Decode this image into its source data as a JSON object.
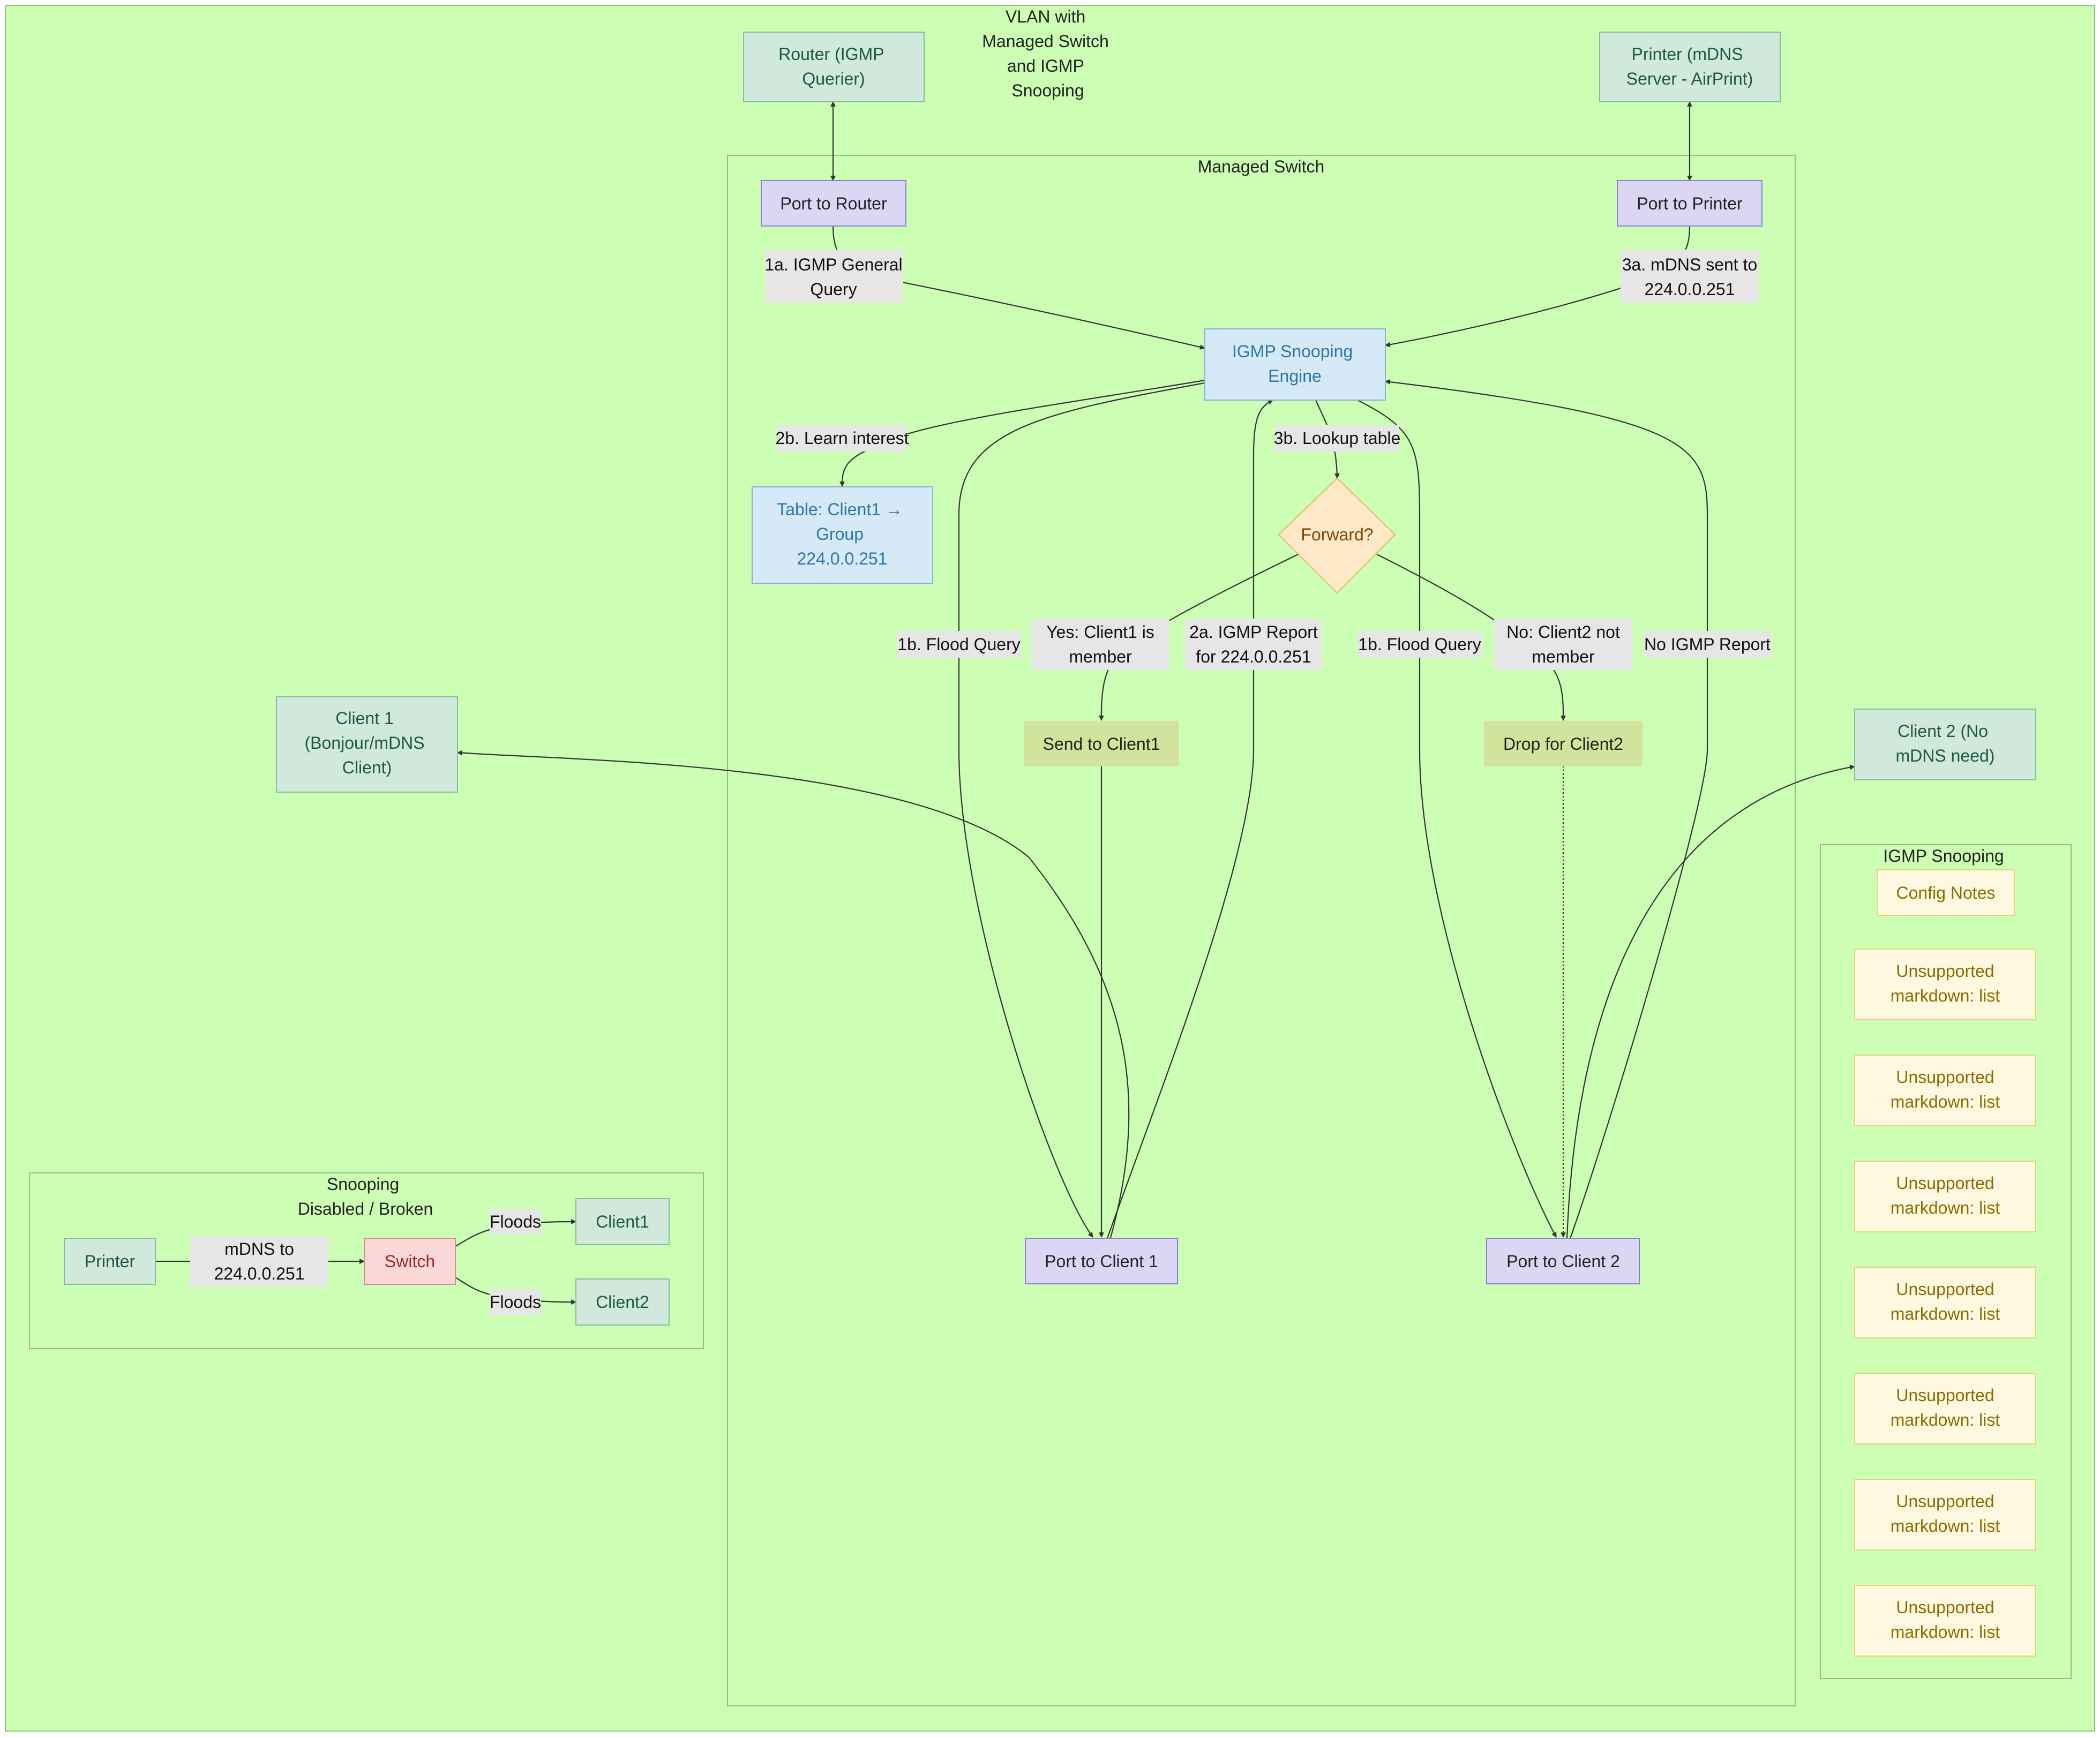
{
  "titles": {
    "vlan": [
      "VLAN with",
      "Managed Switch",
      "and IGMP",
      "Snooping"
    ],
    "managed_switch": "Managed Switch",
    "snooping_broken": [
      "Snooping",
      "Disabled / Broken"
    ],
    "config": "IGMP Snooping"
  },
  "nodes": {
    "router": [
      "Router (IGMP",
      "Querier)"
    ],
    "printer_top": [
      "Printer (mDNS",
      "Server - AirPrint)"
    ],
    "port_router": [
      "Port to Router"
    ],
    "port_printer": [
      "Port to Printer"
    ],
    "engine": [
      "IGMP Snooping",
      "Engine"
    ],
    "table": [
      "Table: Client1 →",
      "Group",
      "224.0.0.251"
    ],
    "forward": [
      "Forward?"
    ],
    "send_client1": [
      "Send to Client1"
    ],
    "drop_client2": [
      "Drop for Client2"
    ],
    "port_client1": [
      "Port to Client 1"
    ],
    "port_client2": [
      "Port to Client 2"
    ],
    "client1": [
      "Client 1",
      "(Bonjour/mDNS",
      "Client)"
    ],
    "client2": [
      "Client 2 (No",
      "mDNS need)"
    ],
    "b_printer": [
      "Printer"
    ],
    "b_switch": [
      "Switch"
    ],
    "b_client1": [
      "Client1"
    ],
    "b_client2": [
      "Client2"
    ],
    "config_notes": [
      "Config Notes"
    ],
    "note": [
      "Unsupported",
      "markdown: list"
    ]
  },
  "edge_labels": {
    "e1a": [
      "1a. IGMP General",
      "Query"
    ],
    "e3a": [
      "3a. mDNS sent to",
      "224.0.0.251"
    ],
    "e2b": [
      "2b. Learn interest"
    ],
    "e3b": [
      "3b. Lookup table"
    ],
    "e1b_left": [
      "1b. Flood Query"
    ],
    "e_yes": [
      "Yes: Client1 is",
      "member"
    ],
    "e2a": [
      "2a. IGMP Report",
      "for 224.0.0.251"
    ],
    "e1b_right": [
      "1b. Flood Query"
    ],
    "e_no": [
      "No: Client2 not",
      "member"
    ],
    "e_noreport": [
      "No IGMP Report"
    ],
    "e_mdns": [
      "mDNS to",
      "224.0.0.251"
    ],
    "e_floods1": [
      "Floods"
    ],
    "e_floods2": [
      "Floods"
    ]
  },
  "colors": {
    "background": "#ccffb3",
    "cluster_border": "#8fbf7a",
    "green_fill": "#d1e8dc",
    "green_stroke": "#7fbf9a",
    "green_text": "#1e5a3a",
    "purple_fill": "#dcd6f5",
    "purple_stroke": "#8a7fd0",
    "blue_fill": "#d6e9f7",
    "blue_stroke": "#7fb0de",
    "blue_text": "#2a77a8",
    "orange_fill": "#fde8c8",
    "orange_stroke": "#e0b86a",
    "orange_text": "#7a4a10",
    "olive_fill": "#d2e39b",
    "red_fill": "#fbd8d8",
    "red_stroke": "#d98a8a",
    "red_text": "#9a2a2a",
    "yellow_fill": "#fdf8df",
    "yellow_stroke": "#e3d27a",
    "yellow_text": "#8a6d00",
    "label_bg": "#e6e6e6"
  }
}
